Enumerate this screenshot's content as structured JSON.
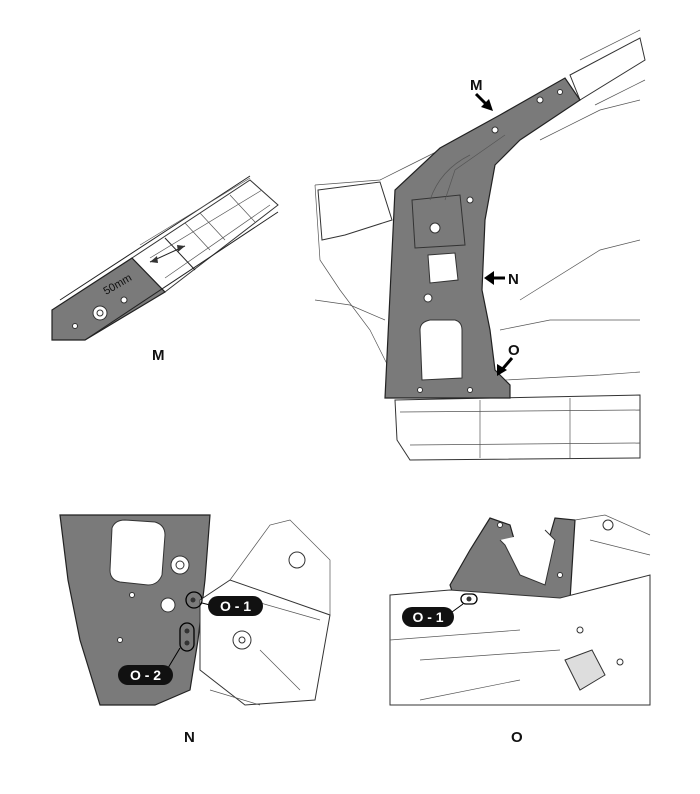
{
  "figure": {
    "views": {
      "detail_m": {
        "caption": "M",
        "dimension_label": "50mm"
      },
      "overview": {
        "arrow_m": "M",
        "arrow_n": "N",
        "arrow_o": "O"
      },
      "detail_n": {
        "caption": "N",
        "badge_1": "O - 1",
        "badge_2": "O - 2"
      },
      "detail_o": {
        "caption": "O",
        "badge_1": "O - 1"
      }
    }
  },
  "colors": {
    "panel_fill": "#7a7a7a",
    "outline": "#222222",
    "badge_fill": "#111111"
  }
}
